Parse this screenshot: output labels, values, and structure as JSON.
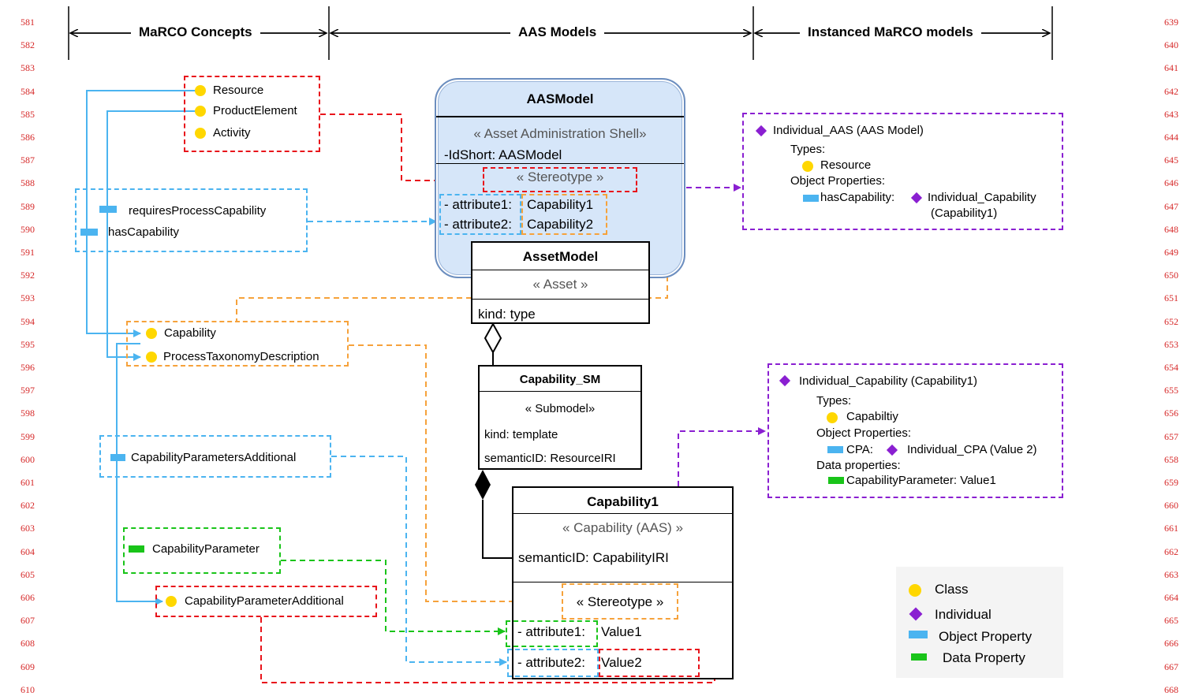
{
  "line_numbers_left": [
    "581",
    "582",
    "583",
    "584",
    "585",
    "586",
    "587",
    "588",
    "589",
    "590",
    "591",
    "592",
    "593",
    "594",
    "595",
    "596",
    "597",
    "598",
    "599",
    "600",
    "601",
    "602",
    "603",
    "604",
    "605",
    "606",
    "607",
    "608",
    "609",
    "610"
  ],
  "line_numbers_right": [
    "639",
    "640",
    "641",
    "642",
    "643",
    "644",
    "645",
    "646",
    "647",
    "648",
    "649",
    "650",
    "651",
    "652",
    "653",
    "654",
    "655",
    "656",
    "657",
    "658",
    "659",
    "660",
    "661",
    "662",
    "663",
    "664",
    "665",
    "666",
    "667",
    "668"
  ],
  "headers": {
    "marco_concepts": "MaRCO Concepts",
    "aas_models": "AAS Models",
    "instanced_models": "Instanced MaRCO models"
  },
  "concepts": {
    "classes_top": [
      "Resource",
      "ProductElement",
      "Activity"
    ],
    "object_props": [
      "requiresProcessCapability",
      "hasCapability"
    ],
    "classes_mid": [
      "Capability",
      "ProcessTaxonomyDescription"
    ],
    "cap_params_additional": "CapabilityParametersAdditional",
    "cap_parameter": "CapabilityParameter",
    "cap_parameter_additional": "CapabilityParameterAdditional"
  },
  "aas_model": {
    "title": "AASModel",
    "stereotype": "« Asset Administration Shell»",
    "idshort": "-IdShort: AASModel",
    "stereotype2": "« Stereotype »",
    "attr1_key": "- attribute1:",
    "attr1_val": "Capability1",
    "attr2_key": "- attribute2:",
    "attr2_val": "Capability2"
  },
  "asset_model": {
    "title": "AssetModel",
    "stereotype": "« Asset »",
    "kind": "kind: type"
  },
  "capability_sm": {
    "title": "Capability_SM",
    "stereotype": "« Submodel»",
    "kind": "kind: template",
    "semantic": "semanticID: ResourceIRI"
  },
  "capability1": {
    "title": "Capability1",
    "stereotype": "« Capability (AAS) »",
    "semantic": "semanticID: CapabilityIRI",
    "stereotype2": "« Stereotype »",
    "attr1_key": "- attribute1:",
    "attr1_val": "Value1",
    "attr2_key": "- attribute2:",
    "attr2_val": "Value2"
  },
  "individual_aas": {
    "name": "Individual_AAS (AAS Model)",
    "types_label": "Types:",
    "type": "Resource",
    "obj_label": "Object Properties:",
    "prop": "hasCapability:",
    "target": "Individual_Capability",
    "target2": "(Capability1)"
  },
  "individual_cap": {
    "name": "Individual_Capability (Capability1)",
    "types_label": "Types:",
    "type": "Capabiltiy",
    "obj_label": "Object Properties:",
    "prop": "CPA:",
    "target": "Individual_CPA (Value 2)",
    "data_label": "Data properties:",
    "data_prop": "CapabilityParameter: Value1"
  },
  "legend": {
    "class": "Class",
    "individual": "Individual",
    "object_property": "Object Property",
    "data_property": "Data Property"
  },
  "colors": {
    "red": "#e8141b",
    "blue": "#4bb4f0",
    "orange": "#f6a23b",
    "green": "#19c419",
    "purple": "#8a1fd1",
    "yellow": "#ffd700",
    "aas_fill": "#d6e6f9",
    "aas_border": "#6c8ebf"
  }
}
